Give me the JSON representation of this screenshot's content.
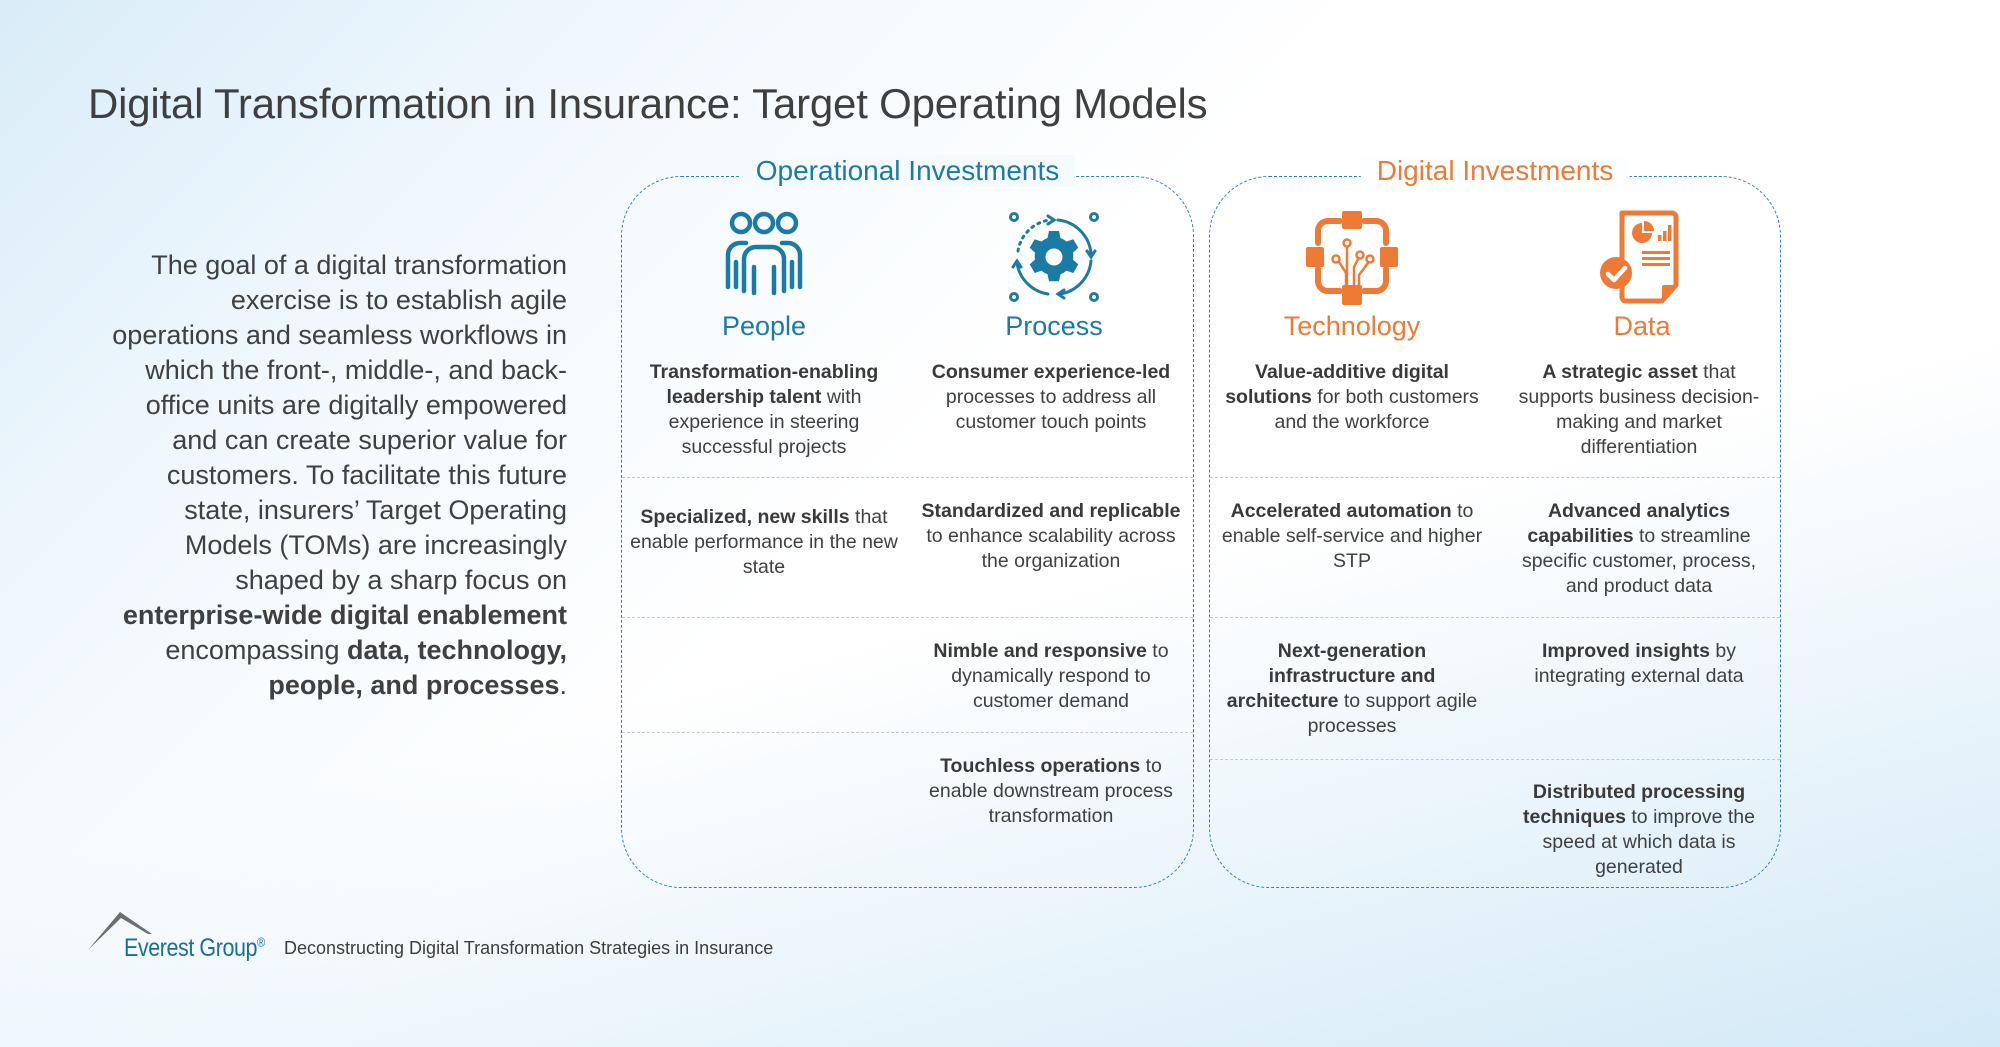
{
  "page": {
    "title": "Digital Transformation in Insurance: Target Operating Models"
  },
  "intro": {
    "segments": [
      {
        "text": "The goal of a digital transformation exercise is to establish agile operations and seamless workflows in which the front-, middle-, and back-office units are digitally empowered and can create superior value for customers. To facilitate this future state, insurers’ Target Operating Models (TOMs) are increasingly shaped by a sharp focus on ",
        "bold": false
      },
      {
        "text": "enterprise-wide digital enablement",
        "bold": true
      },
      {
        "text": " encompassing ",
        "bold": false
      },
      {
        "text": "data, technology, people, and processes",
        "bold": true
      },
      {
        "text": ".",
        "bold": false
      }
    ]
  },
  "colors": {
    "operational_accent": "#1b7aa6",
    "digital_accent": "#ef7a36",
    "border": "#2a86ae",
    "body_text": "#404040"
  },
  "groups": [
    {
      "title": "Operational Investments",
      "columns": [
        {
          "label": "People",
          "icon": "people-group-icon",
          "items": [
            {
              "bold": "Transformation-enabling leadership talent",
              "rest": " with experience in steering successful projects"
            },
            {
              "bold": "Specialized, new skills",
              "rest": " that enable performance in the new state"
            }
          ]
        },
        {
          "label": "Process",
          "icon": "gear-cycle-icon",
          "items": [
            {
              "bold": "Consumer experience-led",
              "rest": " processes to address all customer touch points"
            },
            {
              "bold": "Standardized and replicable",
              "rest": " to enhance scalability across the organization"
            },
            {
              "bold": "Nimble and responsive",
              "rest": " to dynamically respond to customer demand"
            },
            {
              "bold": "Touchless operations",
              "rest": " to enable downstream process transformation"
            }
          ]
        }
      ]
    },
    {
      "title": "Digital Investments",
      "columns": [
        {
          "label": "Technology",
          "icon": "circuit-chip-icon",
          "items": [
            {
              "bold": "Value-additive digital solutions",
              "rest": " for both customers and the workforce"
            },
            {
              "bold": "Accelerated automation",
              "rest": " to enable self-service and higher STP"
            },
            {
              "bold": "Next-generation infrastructure and architecture",
              "rest": " to support agile processes"
            }
          ]
        },
        {
          "label": "Data",
          "icon": "report-document-check-icon",
          "items": [
            {
              "bold": "A strategic asset",
              "rest": " that supports business decision-making and market differentiation"
            },
            {
              "bold": "Advanced analytics capabilities",
              "rest": " to streamline specific customer, process, and product data"
            },
            {
              "bold": "Improved insights",
              "rest": " by integrating external data"
            },
            {
              "bold": "Distributed processing techniques",
              "rest": " to improve the speed at which data is generated"
            }
          ]
        }
      ]
    }
  ],
  "footer": {
    "brand": "Everest Group",
    "registered": "®",
    "caption": "Deconstructing Digital Transformation Strategies in Insurance"
  }
}
